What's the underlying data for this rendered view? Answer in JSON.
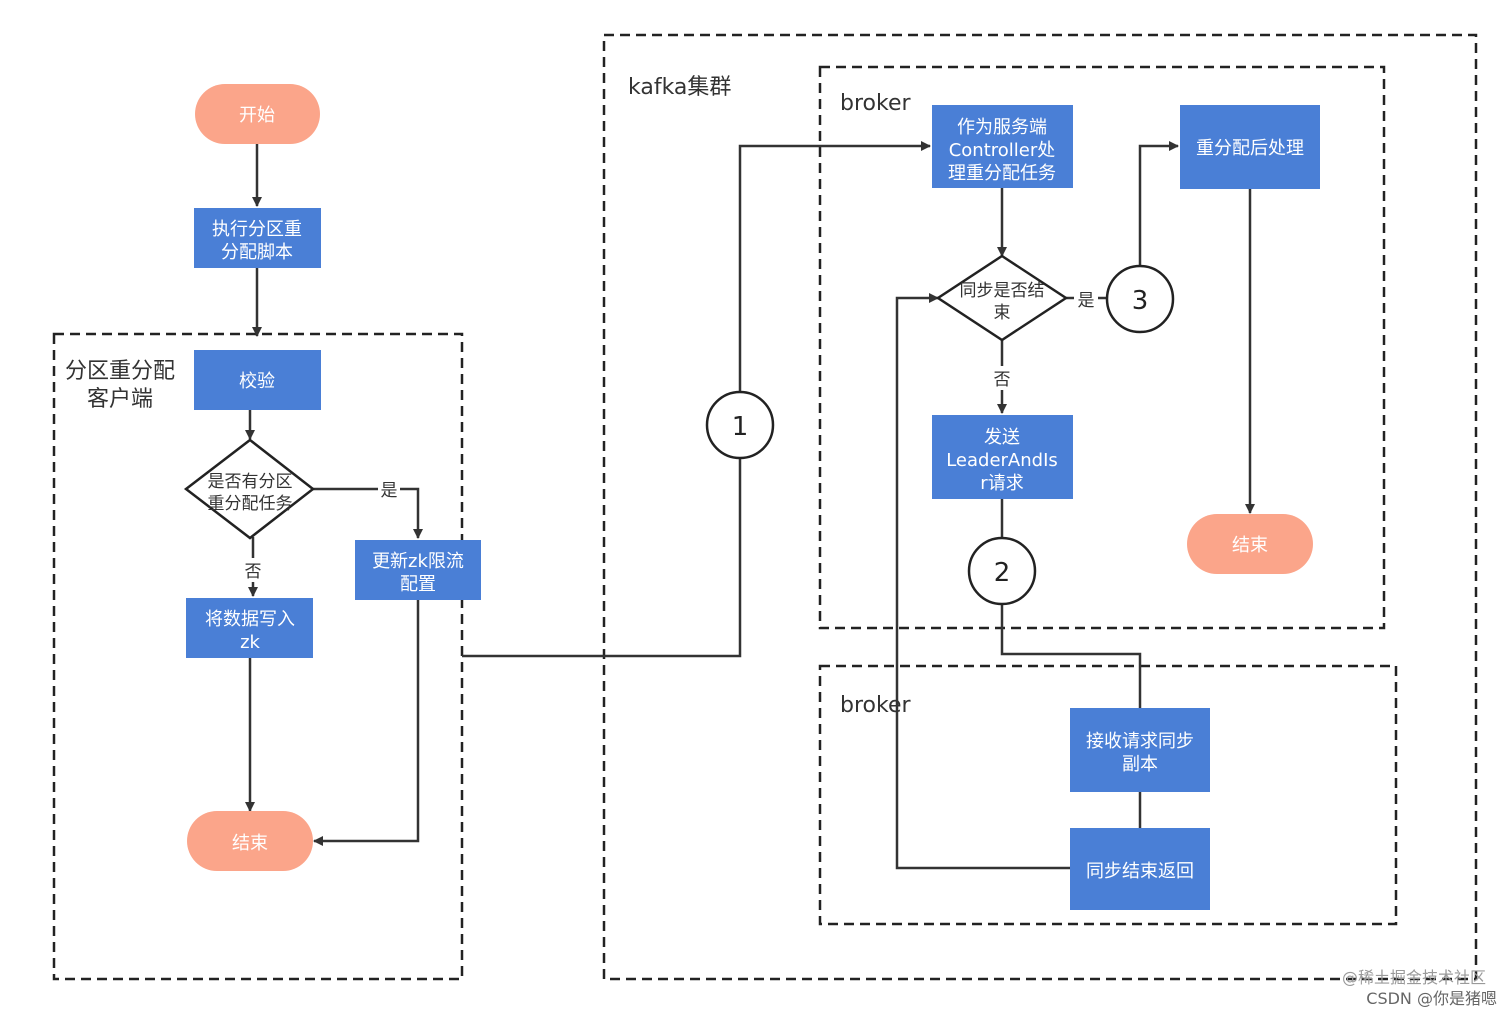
{
  "groups": {
    "client": [
      "分区重分配",
      "客户端"
    ],
    "cluster": "kafka集群",
    "broker1": "broker",
    "broker2": "broker"
  },
  "nodes": {
    "start": "开始",
    "exec_script": [
      "执行分区重",
      "分配脚本"
    ],
    "verify": "校验",
    "has_task": [
      "是否有分区",
      "重分配任务"
    ],
    "update_zk": [
      "更新zk限流",
      "配置"
    ],
    "write_zk": [
      "将数据写入",
      "zk"
    ],
    "end_client": "结束",
    "controller": [
      "作为服务端",
      "Controller处",
      "理重分配任务"
    ],
    "sync_done": [
      "同步是否结",
      "束"
    ],
    "post_process": "重分配后处理",
    "send_request": [
      "发送",
      "LeaderAndIs",
      "r请求"
    ],
    "end_broker": "结束",
    "receive_sync": [
      "接收请求同步",
      "副本"
    ],
    "sync_return": "同步结束返回"
  },
  "edge_labels": {
    "yes_client": "是",
    "no_client": "否",
    "yes_broker": "是",
    "no_broker": "否"
  },
  "step_markers": [
    "1",
    "2",
    "3"
  ],
  "watermark": [
    "@稀土掘金技术社区",
    "CSDN @你是猪嗯"
  ],
  "colors": {
    "process_fill": "#4a7fd6",
    "terminal_fill": "#fba58a",
    "line": "#333333"
  }
}
